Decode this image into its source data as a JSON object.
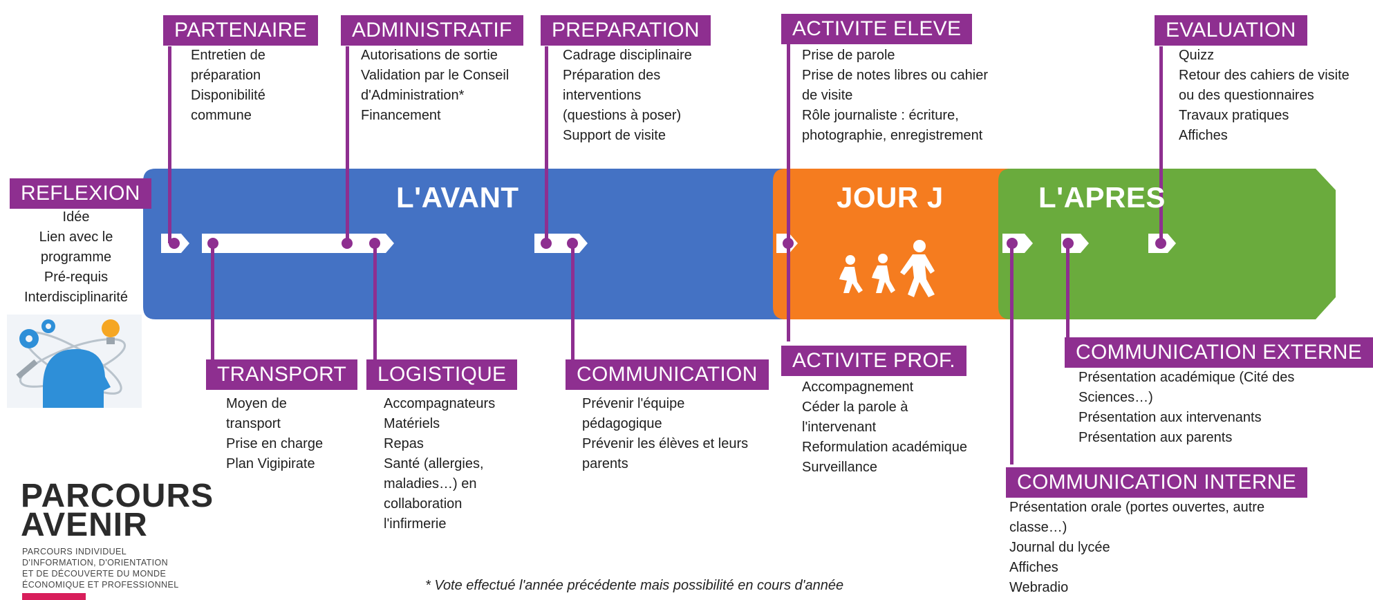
{
  "bands": {
    "avant": "L'AVANT",
    "jour": "JOUR J",
    "apres": "L'APRES"
  },
  "colors": {
    "blue": "#4472c4",
    "orange": "#f57c1f",
    "green": "#6aab3d",
    "purple": "#8e2f90"
  },
  "reflexion": {
    "title": "REFLEXION",
    "items": [
      "Idée",
      "Lien avec le",
      "programme",
      "Pré-requis",
      "Interdisciplinarité"
    ]
  },
  "partenaire": {
    "title": "PARTENAIRE",
    "items": [
      "Entretien de",
      "préparation",
      "Disponibilité",
      "commune"
    ]
  },
  "administratif": {
    "title": "ADMINISTRATIF",
    "items": [
      "Autorisations de sortie",
      "Validation par le Conseil",
      "d'Administration*",
      "Financement"
    ]
  },
  "preparation": {
    "title": "PREPARATION",
    "items": [
      "Cadrage disciplinaire",
      "Préparation des",
      "interventions",
      "(questions à poser)",
      "Support de visite"
    ]
  },
  "activite_eleve": {
    "title": "ACTIVITE ELEVE",
    "items": [
      "Prise de parole",
      "Prise de notes libres ou cahier",
      "de visite",
      "Rôle journaliste : écriture,",
      "photographie, enregistrement"
    ]
  },
  "evaluation": {
    "title": "EVALUATION",
    "items": [
      "Quizz",
      "Retour des cahiers de visite",
      "ou des questionnaires",
      "Travaux pratiques",
      "Affiches"
    ]
  },
  "transport": {
    "title": "TRANSPORT",
    "items": [
      "Moyen de",
      "transport",
      "Prise en charge",
      "Plan Vigipirate"
    ]
  },
  "logistique": {
    "title": "LOGISTIQUE",
    "items": [
      "Accompagnateurs",
      "Matériels",
      "Repas",
      "Santé (allergies,",
      "maladies…) en",
      "collaboration",
      "l'infirmerie"
    ]
  },
  "communication": {
    "title": "COMMUNICATION",
    "items": [
      "Prévenir l'équipe",
      "pédagogique",
      "Prévenir les élèves et leurs",
      "parents"
    ]
  },
  "activite_prof": {
    "title": "ACTIVITE PROF.",
    "items": [
      "Accompagnement",
      "Céder la parole à",
      "l'intervenant",
      "Reformulation académique",
      "Surveillance"
    ]
  },
  "communication_externe": {
    "title": "COMMUNICATION EXTERNE",
    "items": [
      "Présentation académique (Cité des",
      "Sciences…)",
      "Présentation aux intervenants",
      "Présentation aux parents"
    ]
  },
  "communication_interne": {
    "title": "COMMUNICATION INTERNE",
    "items": [
      "Présentation orale (portes ouvertes, autre",
      "classe…)",
      "Journal du lycée",
      "Affiches",
      "Webradio"
    ]
  },
  "footnote": "* Vote effectué l'année précédente mais possibilité en cours d'année",
  "logo": {
    "line1": "PARCOURS",
    "line2": "AVENIR",
    "sub": [
      "PARCOURS INDIVIDUEL",
      "D'INFORMATION, D'ORIENTATION",
      "ET DE DÉCOUVERTE DU MONDE",
      "ÉCONOMIQUE ET PROFESSIONNEL"
    ]
  },
  "icons": [
    "head-gears-icon",
    "walking-people-icon"
  ]
}
